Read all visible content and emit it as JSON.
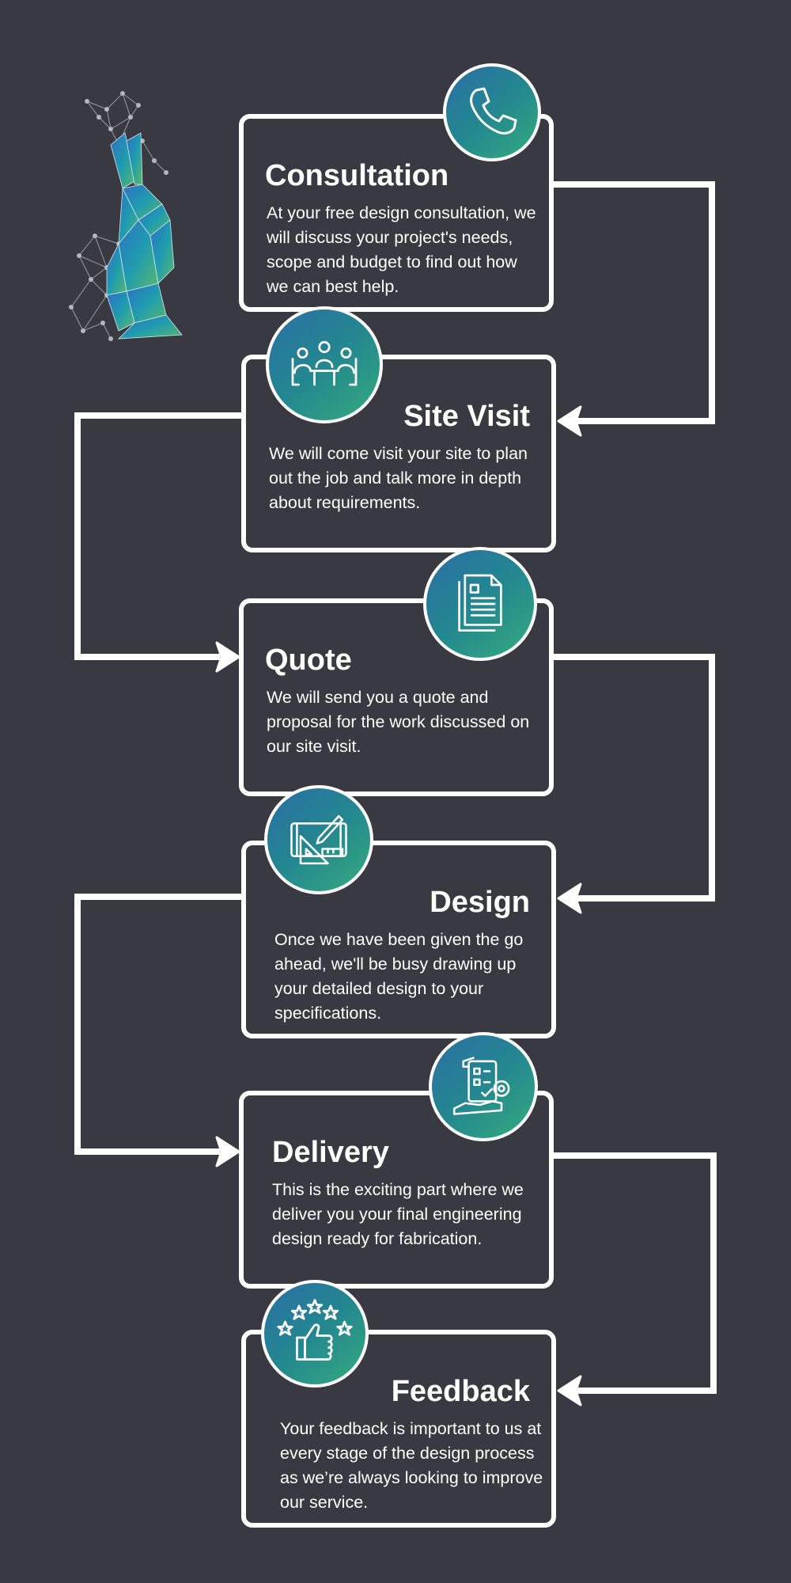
{
  "colors": {
    "background": "#393941",
    "stroke": "#ffffff",
    "icon_gradient": [
      "#2a6fa6",
      "#23878f",
      "#36ac7e"
    ]
  },
  "logo": {
    "icon": "polygon-rabbit-icon"
  },
  "steps": [
    {
      "title": "Consultation",
      "description": "At your free design consultation, we will discuss your project's needs, scope and budget to find out how we can best help.",
      "icon": "phone-icon"
    },
    {
      "title": "Site Visit",
      "description": "We will come visit your site to plan out the job and talk more in depth about requirements.",
      "icon": "meeting-icon"
    },
    {
      "title": "Quote",
      "description": "We will send you a quote and proposal for the work discussed on our site visit.",
      "icon": "document-icon"
    },
    {
      "title": "Design",
      "description": "Once we have been given the go ahead, we'll be busy drawing up your detailed design to your specifications.",
      "icon": "blueprint-icon"
    },
    {
      "title": "Delivery",
      "description": "This is the exciting part where we deliver you your final engineering design ready for fabrication.",
      "icon": "engineering-delivery-icon"
    },
    {
      "title": "Feedback",
      "description": "Your feedback is important to us at every stage of the design process as we’re always looking to improve our service.",
      "icon": "thumbs-up-stars-icon"
    }
  ]
}
